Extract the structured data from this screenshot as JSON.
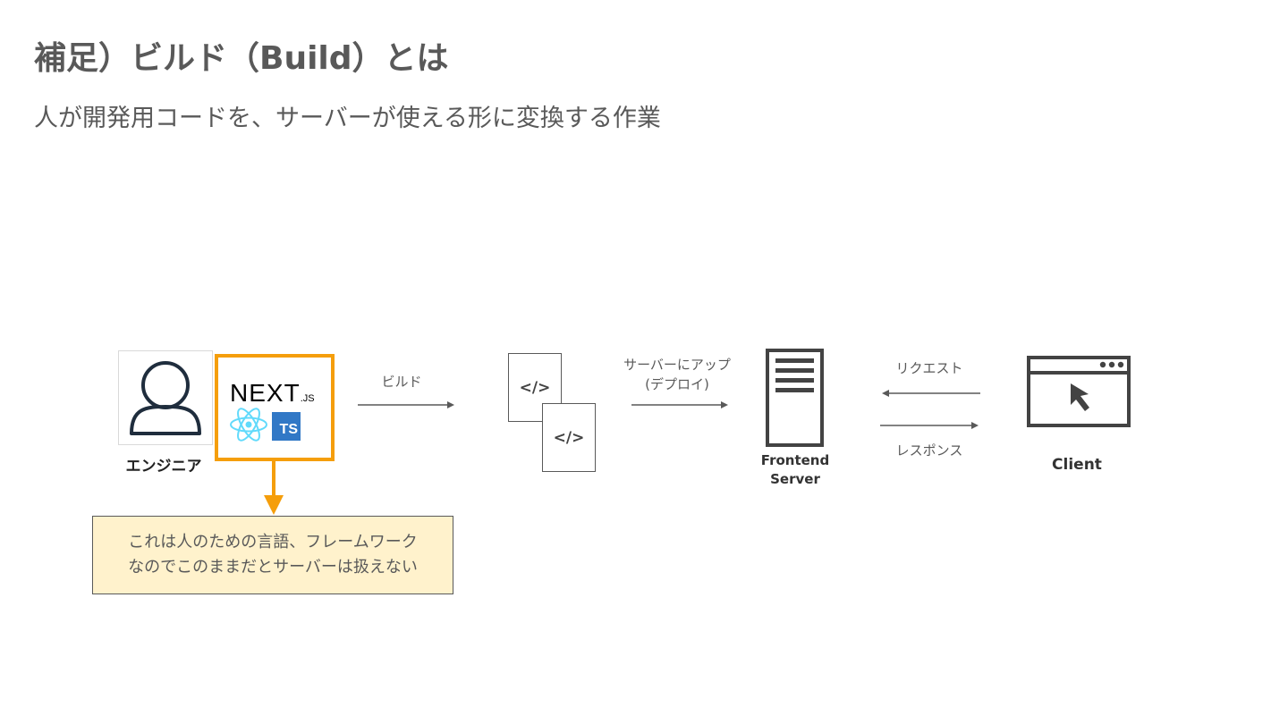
{
  "title": "補足）ビルド（Build）とは",
  "subtitle": "人が開発用コードを、サーバーが使える形に変換する作業",
  "diagram": {
    "engineer": {
      "label": "エンジニア",
      "icon": "person-icon"
    },
    "tech": {
      "next_logo": "NEXT",
      "next_suffix": ".JS",
      "react_icon": "react-icon",
      "ts_badge": "TS"
    },
    "note": {
      "line1": "これは人のための言語、フレームワーク",
      "line2": "なのでこのままだとサーバーは扱えない"
    },
    "build_label": "ビルド",
    "code_file_1": "</>",
    "code_file_2": "</>",
    "deploy_label_1": "サーバーにアップ",
    "deploy_label_2": "(デプロイ)",
    "server": {
      "line1": "Frontend",
      "line2": "Server",
      "icon": "server-icon"
    },
    "request_label": "リクエスト",
    "response_label": "レスポンス",
    "client": {
      "label": "Client",
      "icon": "browser-window-icon"
    },
    "colors": {
      "highlight_border": "#f59e0b",
      "note_fill": "#fff2cc",
      "ts_blue": "#3178c6",
      "react_cyan": "#61dafb",
      "text_gray": "#595959"
    }
  }
}
